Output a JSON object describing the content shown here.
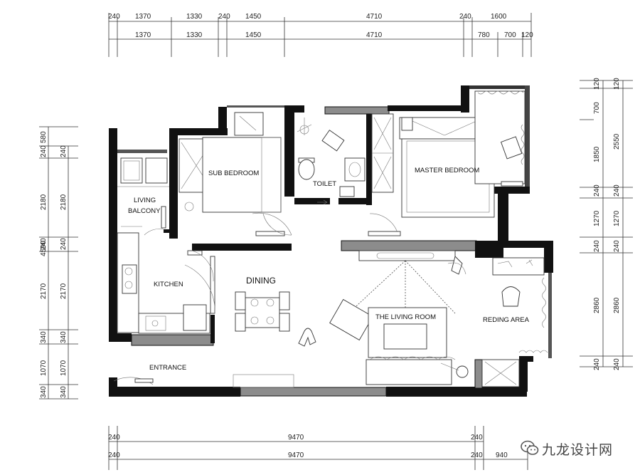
{
  "dimensions": {
    "top_row1": [
      "240",
      "1370",
      "1330",
      "240",
      "1450",
      "4710",
      "240",
      "1600"
    ],
    "top_row2": [
      "1370",
      "1330",
      "1450",
      "4710",
      "780",
      "700",
      "120"
    ],
    "left_row1": [
      "580",
      "240",
      "2180",
      "240",
      "4590",
      "2170",
      "340",
      "1070",
      "340"
    ],
    "left_row2": [
      "240",
      "2180",
      "240",
      "2170",
      "340",
      "1070",
      "340"
    ],
    "right_row1": [
      "120",
      "700",
      "1850",
      "240",
      "1270",
      "240",
      "2860",
      "240"
    ],
    "right_row2": [
      "120",
      "2550",
      "240",
      "1270",
      "240",
      "2860",
      "240"
    ],
    "bottom_row1": [
      "240",
      "9470",
      "240"
    ],
    "bottom_row2": [
      "240",
      "9470",
      "240",
      "940"
    ]
  },
  "rooms": {
    "sub_bedroom": "SUB BEDROOM",
    "toilet": "TOILET",
    "master_bedroom": "MASTER BEDROOM",
    "living_balcony_1": "LIVING",
    "living_balcony_2": "BALCONY",
    "kitchen": "KITCHEN",
    "dining": "DINING",
    "living_room": "THE LIVING ROOM",
    "reading_area": "REDING AREA",
    "entrance": "ENTRANCE"
  },
  "watermark": {
    "text": "九龙设计网",
    "icon": "wechat-logo-icon"
  }
}
